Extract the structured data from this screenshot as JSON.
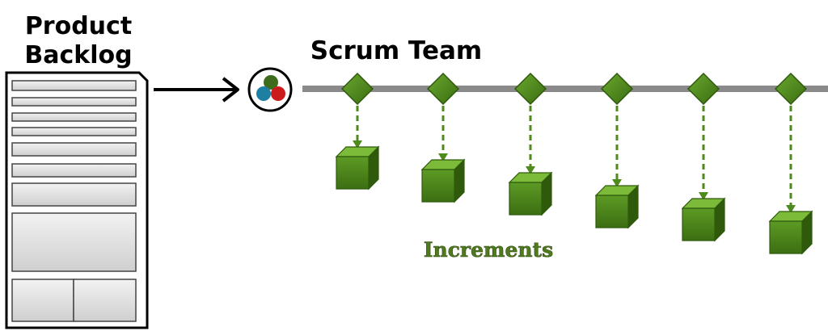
{
  "backlog": {
    "title_line1": "Product",
    "title_line2": "Backlog",
    "item_count": 10
  },
  "team": {
    "title": "Scrum Team",
    "icon": "team-circles-icon",
    "circle_colors": [
      "#3f6b1c",
      "#1e7fa3",
      "#cc1b1b"
    ]
  },
  "sprints": {
    "count": 6
  },
  "increments": {
    "label": "Increments",
    "count": 6
  },
  "colors": {
    "timeline": "#8a8a8a",
    "green": "#4e8a1c",
    "green_dark": "#2f5a0c",
    "green_light": "#6fae2d",
    "label_green": "#4f7a1e"
  }
}
